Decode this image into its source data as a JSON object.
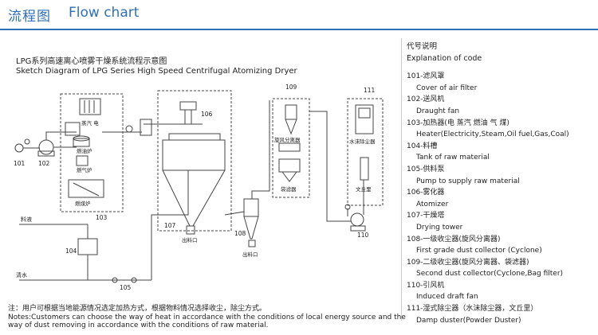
{
  "header": {
    "title_zh": "流程图",
    "title_en": "Flow chart",
    "accent": "#2f6fb5"
  },
  "diagram": {
    "title_zh": "LPG系列高速离心喷雾干燥系统流程示意图",
    "title_en": "Sketch Diagram of LPG Series High Speed Centrifugal Atomizing Dryer",
    "labels": {
      "n101": "101",
      "n102": "102",
      "n103": "103",
      "n104": "104",
      "n105": "105",
      "n106": "106",
      "n107": "107",
      "n108": "108",
      "n109": "109",
      "n110": "110",
      "n111": "111",
      "steam_elec": "蒸汽  电",
      "fuel_oil": "燃油炉",
      "gas": "燃气炉",
      "coal": "燃煤炉",
      "material_liquid": "料液",
      "clean_water": "清水",
      "outlet_107": "出料口",
      "outlet_108": "出料口",
      "cyclone": "旋风分离器",
      "bag_filter": "袋滤器",
      "water_dust": "水沫除尘器",
      "venturi": "文丘里"
    }
  },
  "legend": {
    "heading_zh": "代号说明",
    "heading_en": "Explanation of code",
    "items": [
      {
        "zh": "101-滤风罩",
        "en": "Cover of air filter"
      },
      {
        "zh": "102-送风机",
        "en": "Draught fan"
      },
      {
        "zh": "103-加热器(电 蒸汽 燃油 气 煤)",
        "en": "Heater(Electricity,Steam,Oil fuel,Gas,Coal)"
      },
      {
        "zh": "104-料槽",
        "en": "Tank of raw material"
      },
      {
        "zh": "105-供料泵",
        "en": "Pump to supply raw material"
      },
      {
        "zh": "106-雾化器",
        "en": "Atomizer"
      },
      {
        "zh": "107-干燥塔",
        "en": "Drying tower"
      },
      {
        "zh": "108-一级收尘器(旋风分离器)",
        "en": "First grade dust collector (Cyclone)"
      },
      {
        "zh": "109-二级收尘器(旋风分离器、袋滤器)",
        "en": "Second dust collector(Cyclone,Bag filter)"
      },
      {
        "zh": "110-引风机",
        "en": "Induced draft fan"
      },
      {
        "zh": "111-湿式除尘器（水沫除尘器，文丘里）",
        "en": "Damp duster(Powder Duster)"
      }
    ]
  },
  "note": {
    "zh": "注：用户可根据当地能源情况选定加热方式，根据物料情况选择收尘，除尘方式。",
    "en": "Notes:Customers can choose the way of heat in accordance with the conditions of local energy source and the way of dust removing in accordance with the conditions of raw material."
  }
}
